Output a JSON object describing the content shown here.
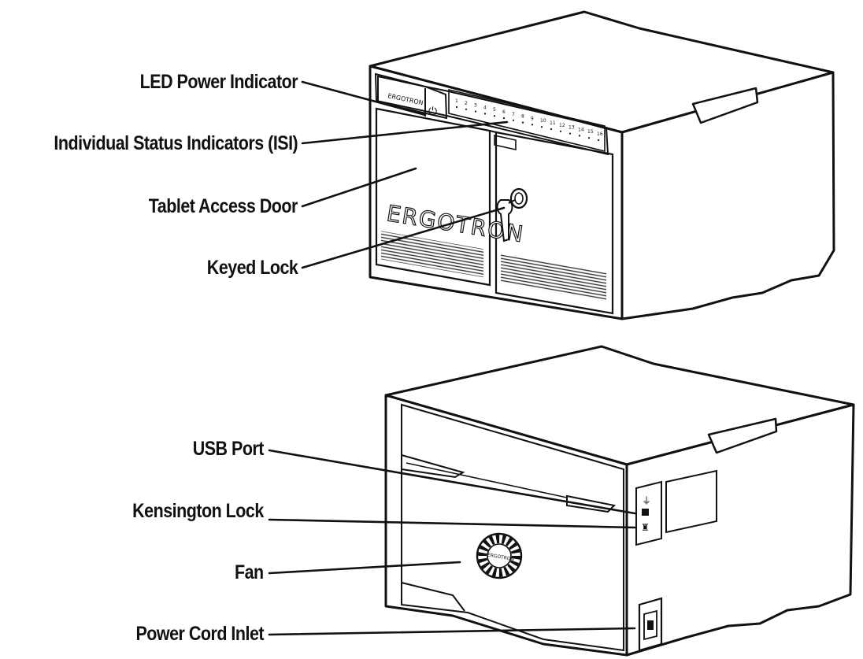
{
  "callouts_front": {
    "led_power_indicator": "LED Power Indicator",
    "individual_status_indicators": "Individual Status Indicators (ISI)",
    "tablet_access_door": "Tablet Access Door",
    "keyed_lock": "Keyed Lock"
  },
  "callouts_back": {
    "usb_port": "USB Port",
    "kensington_lock": "Kensington Lock",
    "fan": "Fan",
    "power_cord_inlet": "Power Cord Inlet"
  },
  "device": {
    "brand_door": "ERGOTRON",
    "brand_panel": "ERGOTRON",
    "brand_fan": "ERGOTRON",
    "power_symbol": "⏻",
    "isi_numbers": [
      "1",
      "2",
      "3",
      "4",
      "5",
      "6",
      "7",
      "8",
      "9",
      "10",
      "11",
      "12",
      "13",
      "14",
      "15",
      "16"
    ]
  },
  "colors": {
    "line": "#111111",
    "background": "#ffffff"
  }
}
